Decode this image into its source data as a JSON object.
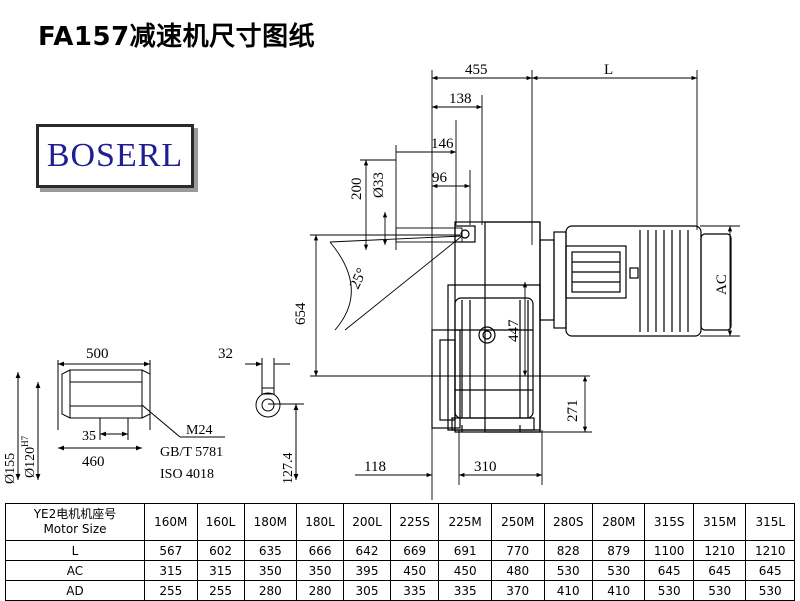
{
  "title": "FA157减速机尺寸图纸",
  "logo": {
    "text": "BOSERL"
  },
  "dimensions": {
    "d455": "455",
    "dL": "L",
    "d138": "138",
    "d146": "146",
    "d96": "96",
    "d200": "200",
    "d33": "Ø33",
    "d25": "25°",
    "d654": "654",
    "d447": "447",
    "dAC": "AC",
    "d271": "271",
    "d118": "118",
    "d310": "310",
    "d500": "500",
    "d32": "32",
    "d35": "35",
    "d460": "460",
    "d155": "Ø155",
    "d120": "Ø120",
    "d120sup": "H7",
    "d127": "127.4",
    "thread1": "M24",
    "thread2": "GB/T 5781",
    "thread3": "ISO 4018"
  },
  "table": {
    "header_line1": "YE2电机机座号",
    "header_line2": "Motor Size",
    "sizes": [
      "160M",
      "160L",
      "180M",
      "180L",
      "200L",
      "225S",
      "225M",
      "250M",
      "280S",
      "280M",
      "315S",
      "315M",
      "315L"
    ],
    "rows": [
      {
        "label": "L",
        "values": [
          "567",
          "602",
          "635",
          "666",
          "642",
          "669",
          "691",
          "770",
          "828",
          "879",
          "1100",
          "1210",
          "1210"
        ]
      },
      {
        "label": "AC",
        "values": [
          "315",
          "315",
          "350",
          "350",
          "395",
          "450",
          "450",
          "480",
          "530",
          "530",
          "645",
          "645",
          "645"
        ]
      },
      {
        "label": "AD",
        "values": [
          "255",
          "255",
          "280",
          "280",
          "305",
          "335",
          "335",
          "370",
          "410",
          "410",
          "530",
          "530",
          "530"
        ]
      }
    ]
  }
}
